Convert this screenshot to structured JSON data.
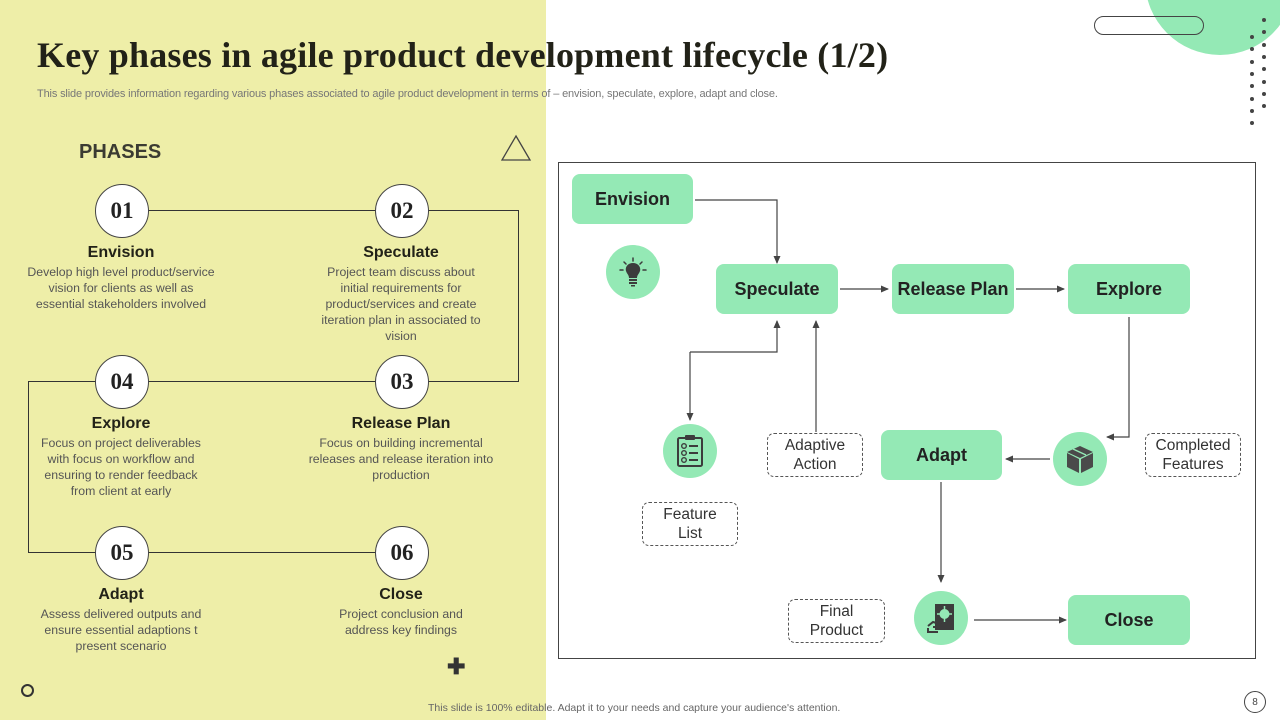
{
  "header": {
    "title": "Key phases in agile product development lifecycle (1/2)",
    "subtitle": "This slide provides information regarding various phases associated to agile product development in terms of – envision, speculate, explore, adapt and close."
  },
  "phases": {
    "heading": "PHASES",
    "items": [
      {
        "number": "01",
        "name": "Envision",
        "description": "Develop high level product/service vision for clients as well as essential stakeholders involved"
      },
      {
        "number": "02",
        "name": "Speculate",
        "description": "Project team discuss about initial requirements for product/services and create iteration plan in associated to vision"
      },
      {
        "number": "03",
        "name": "Release Plan",
        "description": "Focus on building incremental releases and release iteration into production"
      },
      {
        "number": "04",
        "name": "Explore",
        "description": "Focus on project deliverables with focus on workflow and ensuring to render feedback from client at early"
      },
      {
        "number": "05",
        "name": "Adapt",
        "description": "Assess delivered outputs and ensure essential adaptions t present scenario"
      },
      {
        "number": "06",
        "name": "Close",
        "description": "Project conclusion and address key findings"
      }
    ]
  },
  "flow": {
    "nodes": {
      "envision": "Envision",
      "speculate": "Speculate",
      "release_plan": "Release Plan",
      "explore": "Explore",
      "adapt": "Adapt",
      "close": "Close"
    },
    "notes": {
      "feature_list": "Feature List",
      "adaptive_action": "Adaptive Action",
      "completed_features": "Completed Features",
      "final_product": "Final Product"
    },
    "icons": {
      "envision": "lightbulb-icon",
      "feature_list": "clipboard-checklist-icon",
      "completed_features": "package-box-icon",
      "final_product": "product-hand-icon"
    }
  },
  "footer": {
    "text": "This slide is 100% editable. Adapt it to your needs and capture your audience's attention.",
    "page_number": "8"
  },
  "colors": {
    "left_panel": "#eeeea8",
    "accent_green": "#94e9b5",
    "dark": "#333333"
  }
}
